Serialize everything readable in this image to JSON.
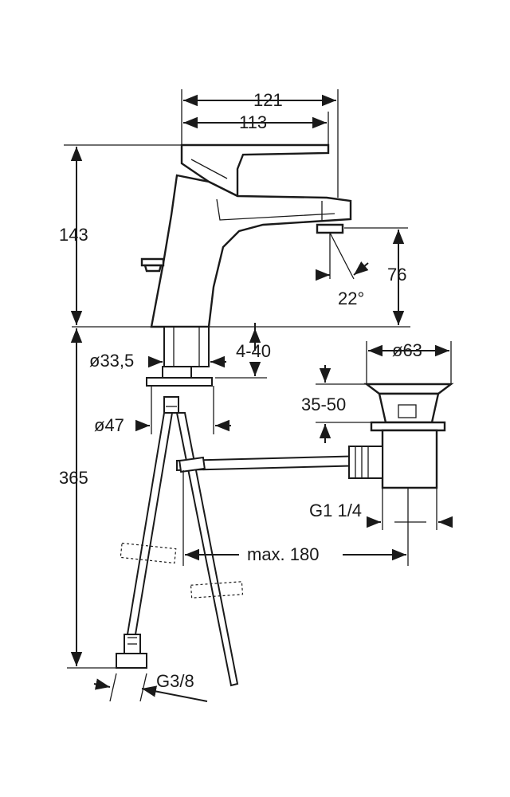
{
  "dimensions": {
    "width_121": "121",
    "width_113": "113",
    "height_143": "143",
    "height_76": "76",
    "angle_22": "22°",
    "diameter_33_5": "ø33,5",
    "thickness_4_40": "4-40",
    "diameter_63": "ø63",
    "range_35_50": "35-50",
    "diameter_47": "ø47",
    "height_365": "365",
    "thread_g1_1_4": "G1 1/4",
    "max_180": "max. 180",
    "thread_g3_8": "G3/8"
  }
}
